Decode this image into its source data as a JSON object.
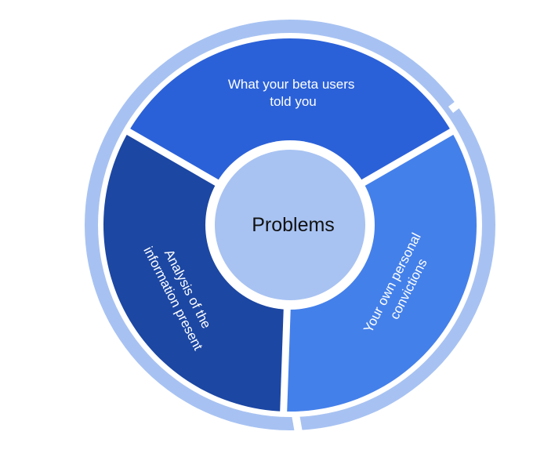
{
  "center": {
    "label": "Problems"
  },
  "segments": [
    {
      "lines": [
        "What your beta users",
        "told you"
      ]
    },
    {
      "lines": [
        "Your own personal",
        "convictions"
      ]
    },
    {
      "lines": [
        "Analysis of the",
        "information present"
      ]
    }
  ],
  "colors": {
    "background": "#ffffff",
    "outer_ring": "#a7c2f2",
    "center_circle": "#a8c3f2",
    "segment_top": "#2b61d8",
    "segment_right": "#4480ea",
    "segment_left": "#1c47a3"
  }
}
